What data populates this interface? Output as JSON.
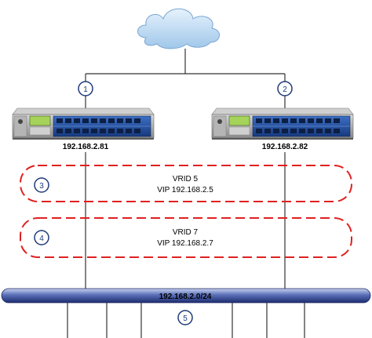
{
  "appliances": [
    {
      "ip": "192.168.2.81"
    },
    {
      "ip": "192.168.2.82"
    }
  ],
  "vrrp_groups": [
    {
      "vrid": "VRID 5",
      "vip": "VIP 192.168.2.5"
    },
    {
      "vrid": "VRID 7",
      "vip": "VIP 192.168.2.7"
    }
  ],
  "network": {
    "subnet": "192.168.2.0/24"
  },
  "callouts": [
    "1",
    "2",
    "3",
    "4",
    "5"
  ],
  "icons": {
    "cloud": "cloud-icon",
    "appliance": "network-appliance-icon",
    "bus": "lan-bus-icon"
  },
  "colors": {
    "dash_loop": "#e02020",
    "callout_ring": "#1f3a78",
    "bus": "#2c3f8c",
    "cloud": "#b9d8f2"
  }
}
